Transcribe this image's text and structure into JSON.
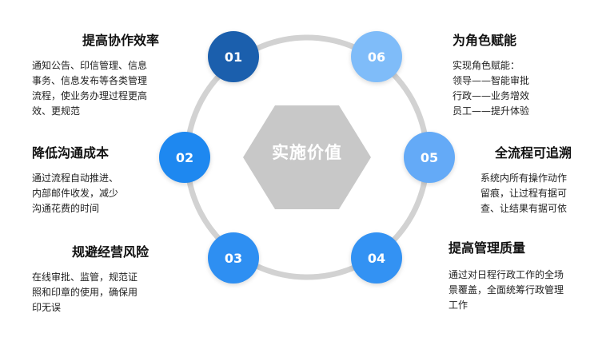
{
  "colors": {
    "ring": "#d2d2d2",
    "hexagon": "#c8c8c8",
    "node_01": "#1b5fad",
    "node_02": "#1e88f0",
    "node_03": "#2e8ff2",
    "node_04": "#3392f3",
    "node_05": "#64aaf7",
    "node_06": "#7fbcf9"
  },
  "center": {
    "label": "实施价值"
  },
  "nodes": [
    {
      "num": "01"
    },
    {
      "num": "02"
    },
    {
      "num": "03"
    },
    {
      "num": "04"
    },
    {
      "num": "05"
    },
    {
      "num": "06"
    }
  ],
  "blocks": {
    "b1": {
      "title": "提高协作效率",
      "lines": [
        "通知公告、印信管理、信息",
        "事务、信息发布等各类管理",
        "流程，使业务办理过程更高",
        "效、更规范"
      ]
    },
    "b2": {
      "title": "降低沟通成本",
      "lines": [
        "通过流程自动推进、",
        "内部邮件收发，减少",
        "沟通花费的时间"
      ]
    },
    "b3": {
      "title": "规避经营风险",
      "lines": [
        "在线审批、监管，规范证",
        "照和印章的使用，确保用",
        "印无误"
      ]
    },
    "b4": {
      "title": "提高管理质量",
      "lines": [
        "通过对日程行政工作的全场",
        "景覆盖，全面统筹行政管理",
        "工作"
      ]
    },
    "b5": {
      "title": "全流程可追溯",
      "lines": [
        "系统内所有操作动作",
        "留痕，让过程有据可",
        "查、让结果有据可依"
      ]
    },
    "b6": {
      "title": "为角色赋能",
      "lines": [
        "实现角色赋能：",
        "领导——智能审批",
        "行政——业务增效",
        "员工——提升体验"
      ]
    }
  }
}
